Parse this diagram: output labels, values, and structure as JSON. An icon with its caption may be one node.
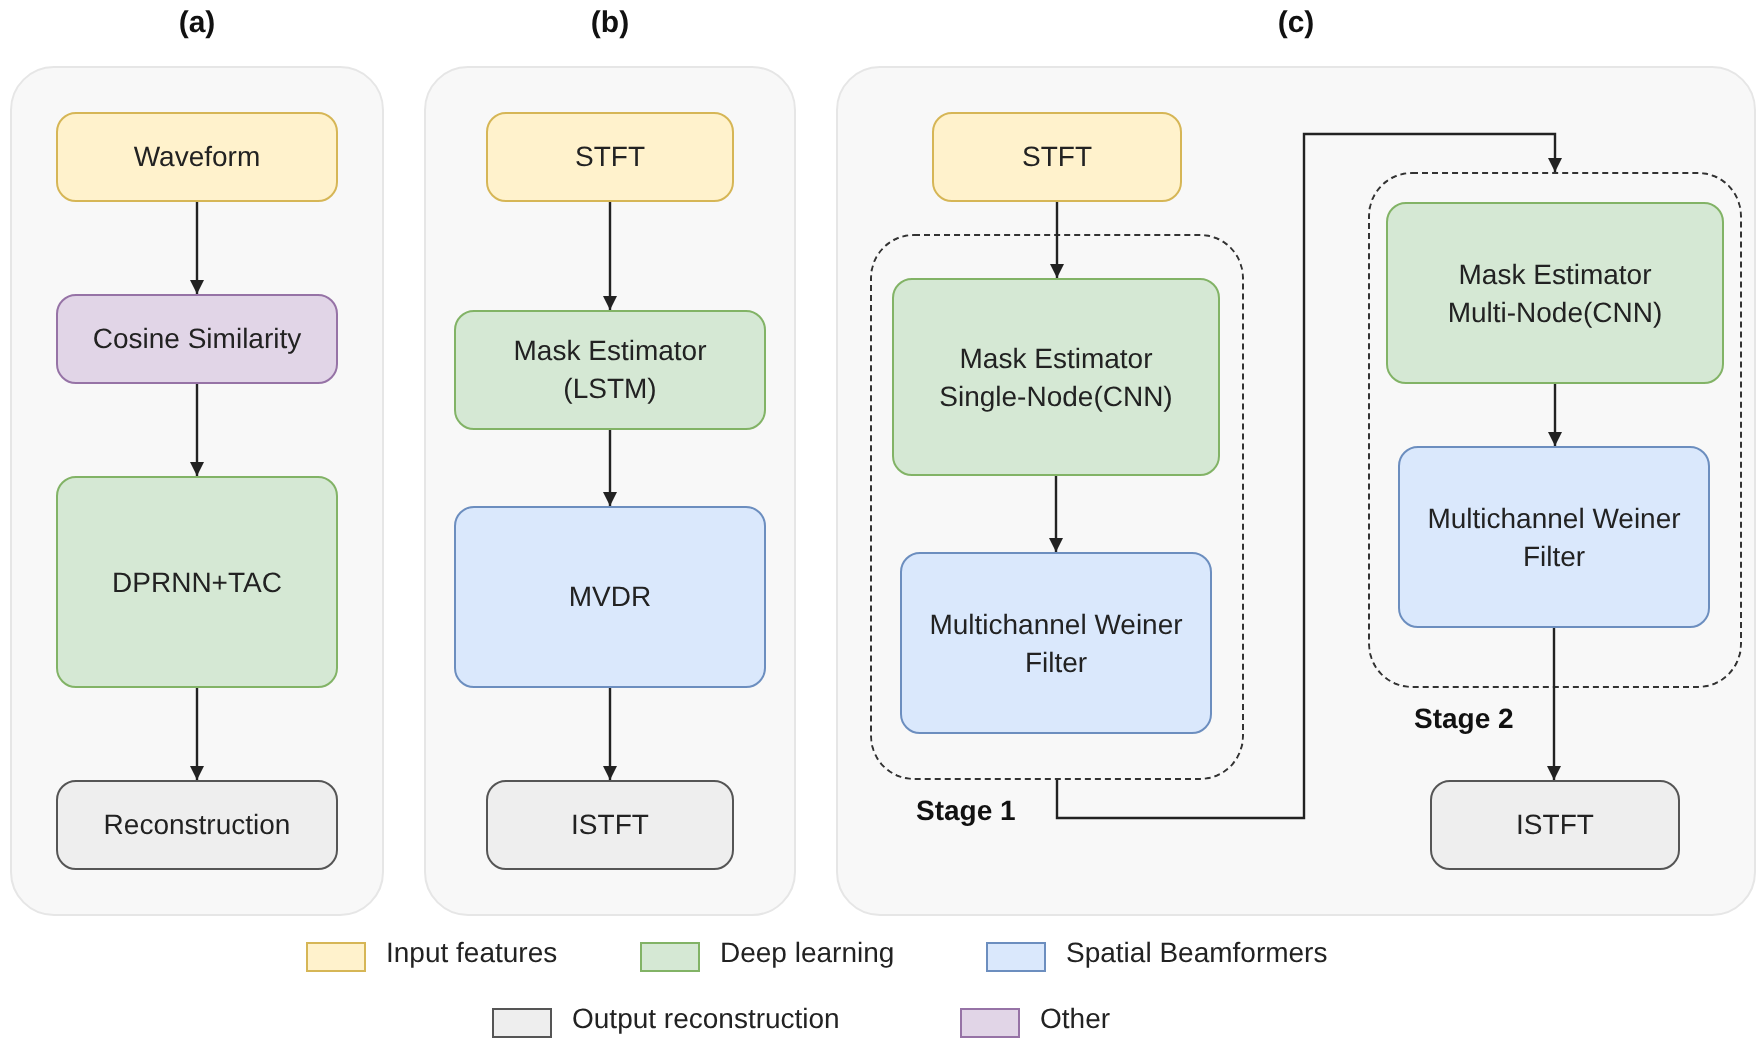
{
  "diagram": {
    "nodes": [
      {
        "text": [
          "(a)"
        ]
      },
      {
        "text": [
          "Waveform"
        ],
        "in": 0
      },
      {
        "text": [
          "Cosine Similarity"
        ],
        "in": 0
      },
      {
        "text": [
          "DPRNN+TAC"
        ],
        "in": 0
      },
      {
        "text": [
          "Reconstruction"
        ],
        "in": 0
      },
      {
        "text": [
          "(b)"
        ]
      },
      {
        "text": [
          "STFT"
        ],
        "in": 5
      },
      {
        "text": [
          "Mask Estimator (LSTM)"
        ],
        "in": 5
      },
      {
        "text": [
          "MVDR"
        ],
        "in": 5
      },
      {
        "text": [
          "ISTFT"
        ],
        "in": 5
      },
      {
        "text": [
          "(c)"
        ]
      },
      {
        "text": [
          "STFT"
        ],
        "in": 10
      },
      {
        "text": [
          "Stage 1"
        ],
        "in": 10
      },
      {
        "text": [
          "Mask Estimator Single-Node(CNN)"
        ],
        "in": 12
      },
      {
        "text": [
          "Multichannel Weiner Filter"
        ],
        "in": 12
      },
      {
        "text": [
          "Stage 2"
        ],
        "in": 10
      },
      {
        "text": [
          "Mask Estimator Multi-Node(CNN)"
        ],
        "in": 15
      },
      {
        "text": [
          "Multichannel Weiner Filter"
        ],
        "in": 15
      },
      {
        "text": [
          "ISTFT"
        ],
        "in": 10
      }
    ],
    "edges": [
      {
        "from": 1,
        "to": 2,
        "arrow": "to"
      },
      {
        "from": 2,
        "to": 3,
        "arrow": "to"
      },
      {
        "from": 3,
        "to": 4,
        "arrow": "to"
      },
      {
        "from": 6,
        "to": 7,
        "arrow": "to"
      },
      {
        "from": 7,
        "to": 8,
        "arrow": "to"
      },
      {
        "from": 8,
        "to": 9,
        "arrow": "to"
      },
      {
        "from": 11,
        "to": 13,
        "arrow": "to"
      },
      {
        "from": 13,
        "to": 14,
        "arrow": "to"
      },
      {
        "from": 12,
        "to": 15,
        "arrow": "to"
      },
      {
        "from": 16,
        "to": 17,
        "arrow": "to"
      },
      {
        "from": 17,
        "to": 18,
        "arrow": "to"
      }
    ],
    "legend": [
      {
        "text": "Input features",
        "color": "#fff2cc"
      },
      {
        "text": "Deep learning",
        "color": "#d5e8d4"
      },
      {
        "text": "Spatial Beamformers",
        "color": "#dae8fc"
      },
      {
        "text": "Output reconstruction",
        "color": "#eeeeee"
      },
      {
        "text": "Other",
        "color": "#e1d5e7"
      }
    ]
  }
}
